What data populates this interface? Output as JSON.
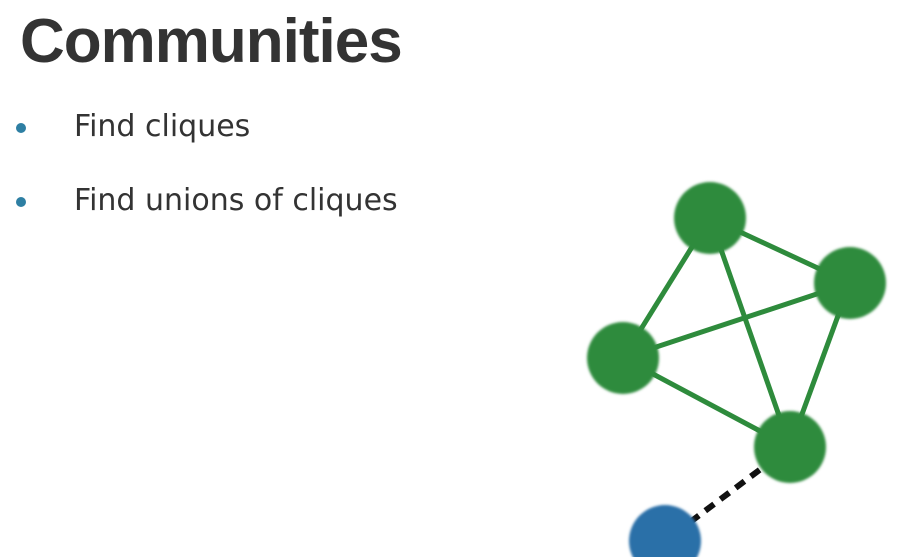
{
  "slide": {
    "title": "Communities",
    "bullets": [
      {
        "text": "Find cliques"
      },
      {
        "text": "Find unions of cliques"
      }
    ]
  },
  "diagram": {
    "nodes": [
      {
        "id": "n1",
        "color": "#2e8b3c"
      },
      {
        "id": "n2",
        "color": "#2e8b3c"
      },
      {
        "id": "n3",
        "color": "#2e8b3c"
      },
      {
        "id": "n4",
        "color": "#2e8b3c"
      },
      {
        "id": "n5",
        "color": "#2a6fa8"
      }
    ],
    "edges": [
      {
        "from": "n1",
        "to": "n2",
        "style": "solid"
      },
      {
        "from": "n1",
        "to": "n3",
        "style": "solid"
      },
      {
        "from": "n1",
        "to": "n4",
        "style": "solid"
      },
      {
        "from": "n2",
        "to": "n3",
        "style": "solid"
      },
      {
        "from": "n2",
        "to": "n4",
        "style": "solid"
      },
      {
        "from": "n3",
        "to": "n4",
        "style": "solid"
      },
      {
        "from": "n4",
        "to": "n5",
        "style": "dashed"
      }
    ],
    "edge_color": "#2e8b3c",
    "dashed_edge_color": "#111111"
  }
}
